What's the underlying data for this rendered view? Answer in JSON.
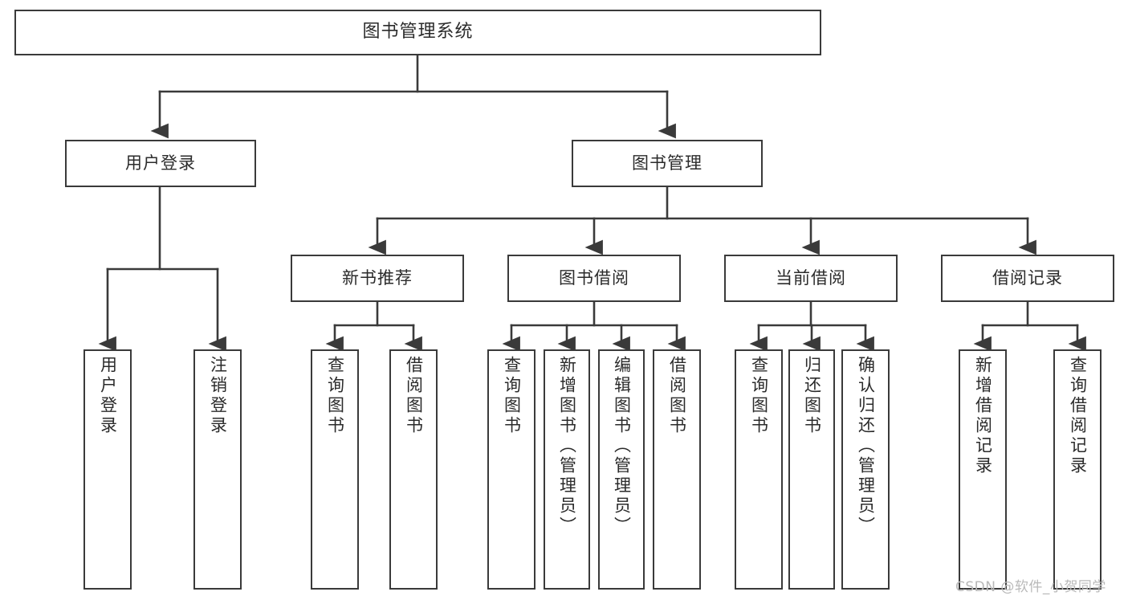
{
  "diagram": {
    "type": "tree-hierarchy-functional-structure",
    "title": "图书管理系统",
    "line_color": "#3a3a3a",
    "text_color": "#2b2b2b",
    "background_color": "#ffffff",
    "nodes": {
      "root": {
        "label": "图书管理系统"
      },
      "level1": [
        {
          "label": "用户登录"
        },
        {
          "label": "图书管理"
        }
      ],
      "level2": [
        {
          "label": "新书推荐"
        },
        {
          "label": "图书借阅"
        },
        {
          "label": "当前借阅"
        },
        {
          "label": "借阅记录"
        }
      ],
      "leaves": {
        "user_login": [
          {
            "label": "用户登录"
          },
          {
            "label": "注销登录"
          }
        ],
        "new_book_recommend": [
          {
            "label": "查询图书"
          },
          {
            "label": "借阅图书"
          }
        ],
        "book_borrow": [
          {
            "label": "查询图书"
          },
          {
            "label": "新增图书（管理员）"
          },
          {
            "label": "编辑图书（管理员）"
          },
          {
            "label": "借阅图书"
          }
        ],
        "current_borrow": [
          {
            "label": "查询图书"
          },
          {
            "label": "归还图书"
          },
          {
            "label": "确认归还（管理员）"
          }
        ],
        "borrow_record": [
          {
            "label": "新增借阅记录"
          },
          {
            "label": "查询借阅记录"
          }
        ]
      }
    },
    "watermark": "CSDN @软件_小贺同学"
  }
}
